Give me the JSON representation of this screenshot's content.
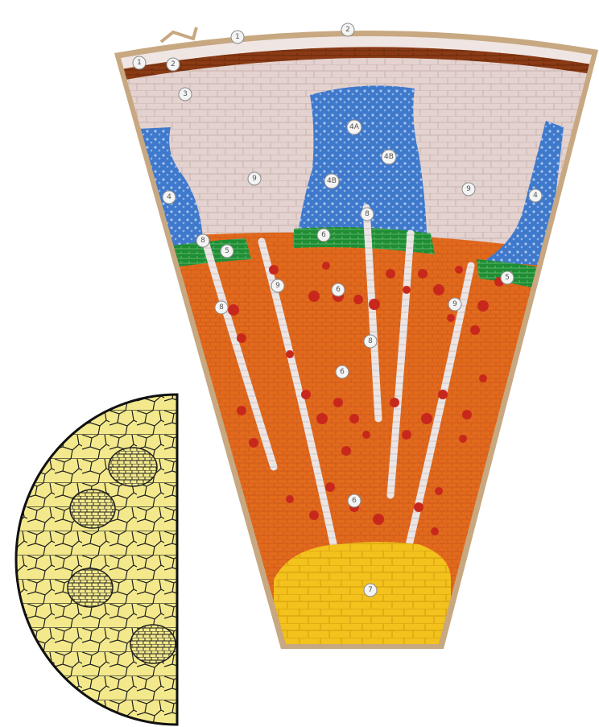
{
  "diagram": {
    "colors": {
      "frame": "#c7a881",
      "epidermis": "#efe6e4",
      "bark": "#8a3a14",
      "cortex": "#e3d2cf",
      "phloem": "#3f79cc",
      "cambium": "#1f8d33",
      "xylem": "#e26a1c",
      "vessel": "#c8281c",
      "ray": "#e9e2e2",
      "pith": "#f3c21d",
      "inset_fill": "#f3e98c",
      "inset_line": "#1f1f1f"
    },
    "labels": [
      {
        "id": "lbl-1a",
        "text": "1"
      },
      {
        "id": "lbl-1b",
        "text": "1"
      },
      {
        "id": "lbl-2a",
        "text": "2"
      },
      {
        "id": "lbl-2b",
        "text": "2"
      },
      {
        "id": "lbl-3",
        "text": "3"
      },
      {
        "id": "lbl-4a",
        "text": "4"
      },
      {
        "id": "lbl-4b",
        "text": "4"
      },
      {
        "id": "lbl-4A",
        "text": "4A"
      },
      {
        "id": "lbl-4B1",
        "text": "4B"
      },
      {
        "id": "lbl-4B2",
        "text": "4B"
      },
      {
        "id": "lbl-5a",
        "text": "5"
      },
      {
        "id": "lbl-5b",
        "text": "5"
      },
      {
        "id": "lbl-6a",
        "text": "6"
      },
      {
        "id": "lbl-6b",
        "text": "6"
      },
      {
        "id": "lbl-6c",
        "text": "6"
      },
      {
        "id": "lbl-6d",
        "text": "6"
      },
      {
        "id": "lbl-7",
        "text": "7"
      },
      {
        "id": "lbl-8a",
        "text": "8"
      },
      {
        "id": "lbl-8b",
        "text": "8"
      },
      {
        "id": "lbl-8c",
        "text": "8"
      },
      {
        "id": "lbl-8d",
        "text": "8"
      },
      {
        "id": "lbl-9a",
        "text": "9"
      },
      {
        "id": "lbl-9b",
        "text": "9"
      },
      {
        "id": "lbl-9c",
        "text": "9"
      },
      {
        "id": "lbl-9d",
        "text": "9"
      }
    ]
  }
}
